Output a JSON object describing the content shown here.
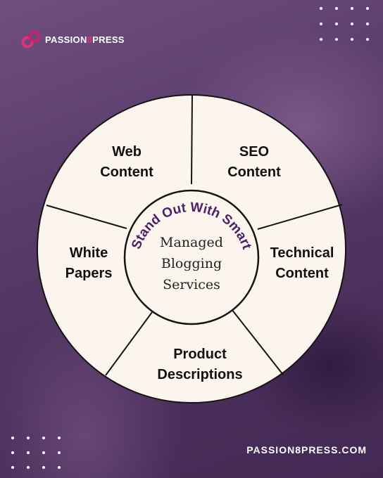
{
  "brand": {
    "logo_prefix": "PASSION",
    "logo_highlight": "8",
    "logo_suffix": "PRESS",
    "website": "PASSION8PRESS.COM",
    "accent_color": "#e0307a",
    "purple_color": "#4b1f6b"
  },
  "diagram": {
    "curved_heading": "Stand Out With Smart",
    "center_lines": [
      "Managed",
      "Blogging",
      "Services"
    ],
    "segments": [
      {
        "lines": [
          "Web",
          "Content"
        ]
      },
      {
        "lines": [
          "SEO",
          "Content"
        ]
      },
      {
        "lines": [
          "Technical",
          "Content"
        ]
      },
      {
        "lines": [
          "Product",
          "Descriptions"
        ]
      },
      {
        "lines": [
          "White",
          "Papers"
        ]
      }
    ]
  },
  "icons": {
    "logo": "infinity-8-logo-icon",
    "decoration": "dot-grid"
  }
}
